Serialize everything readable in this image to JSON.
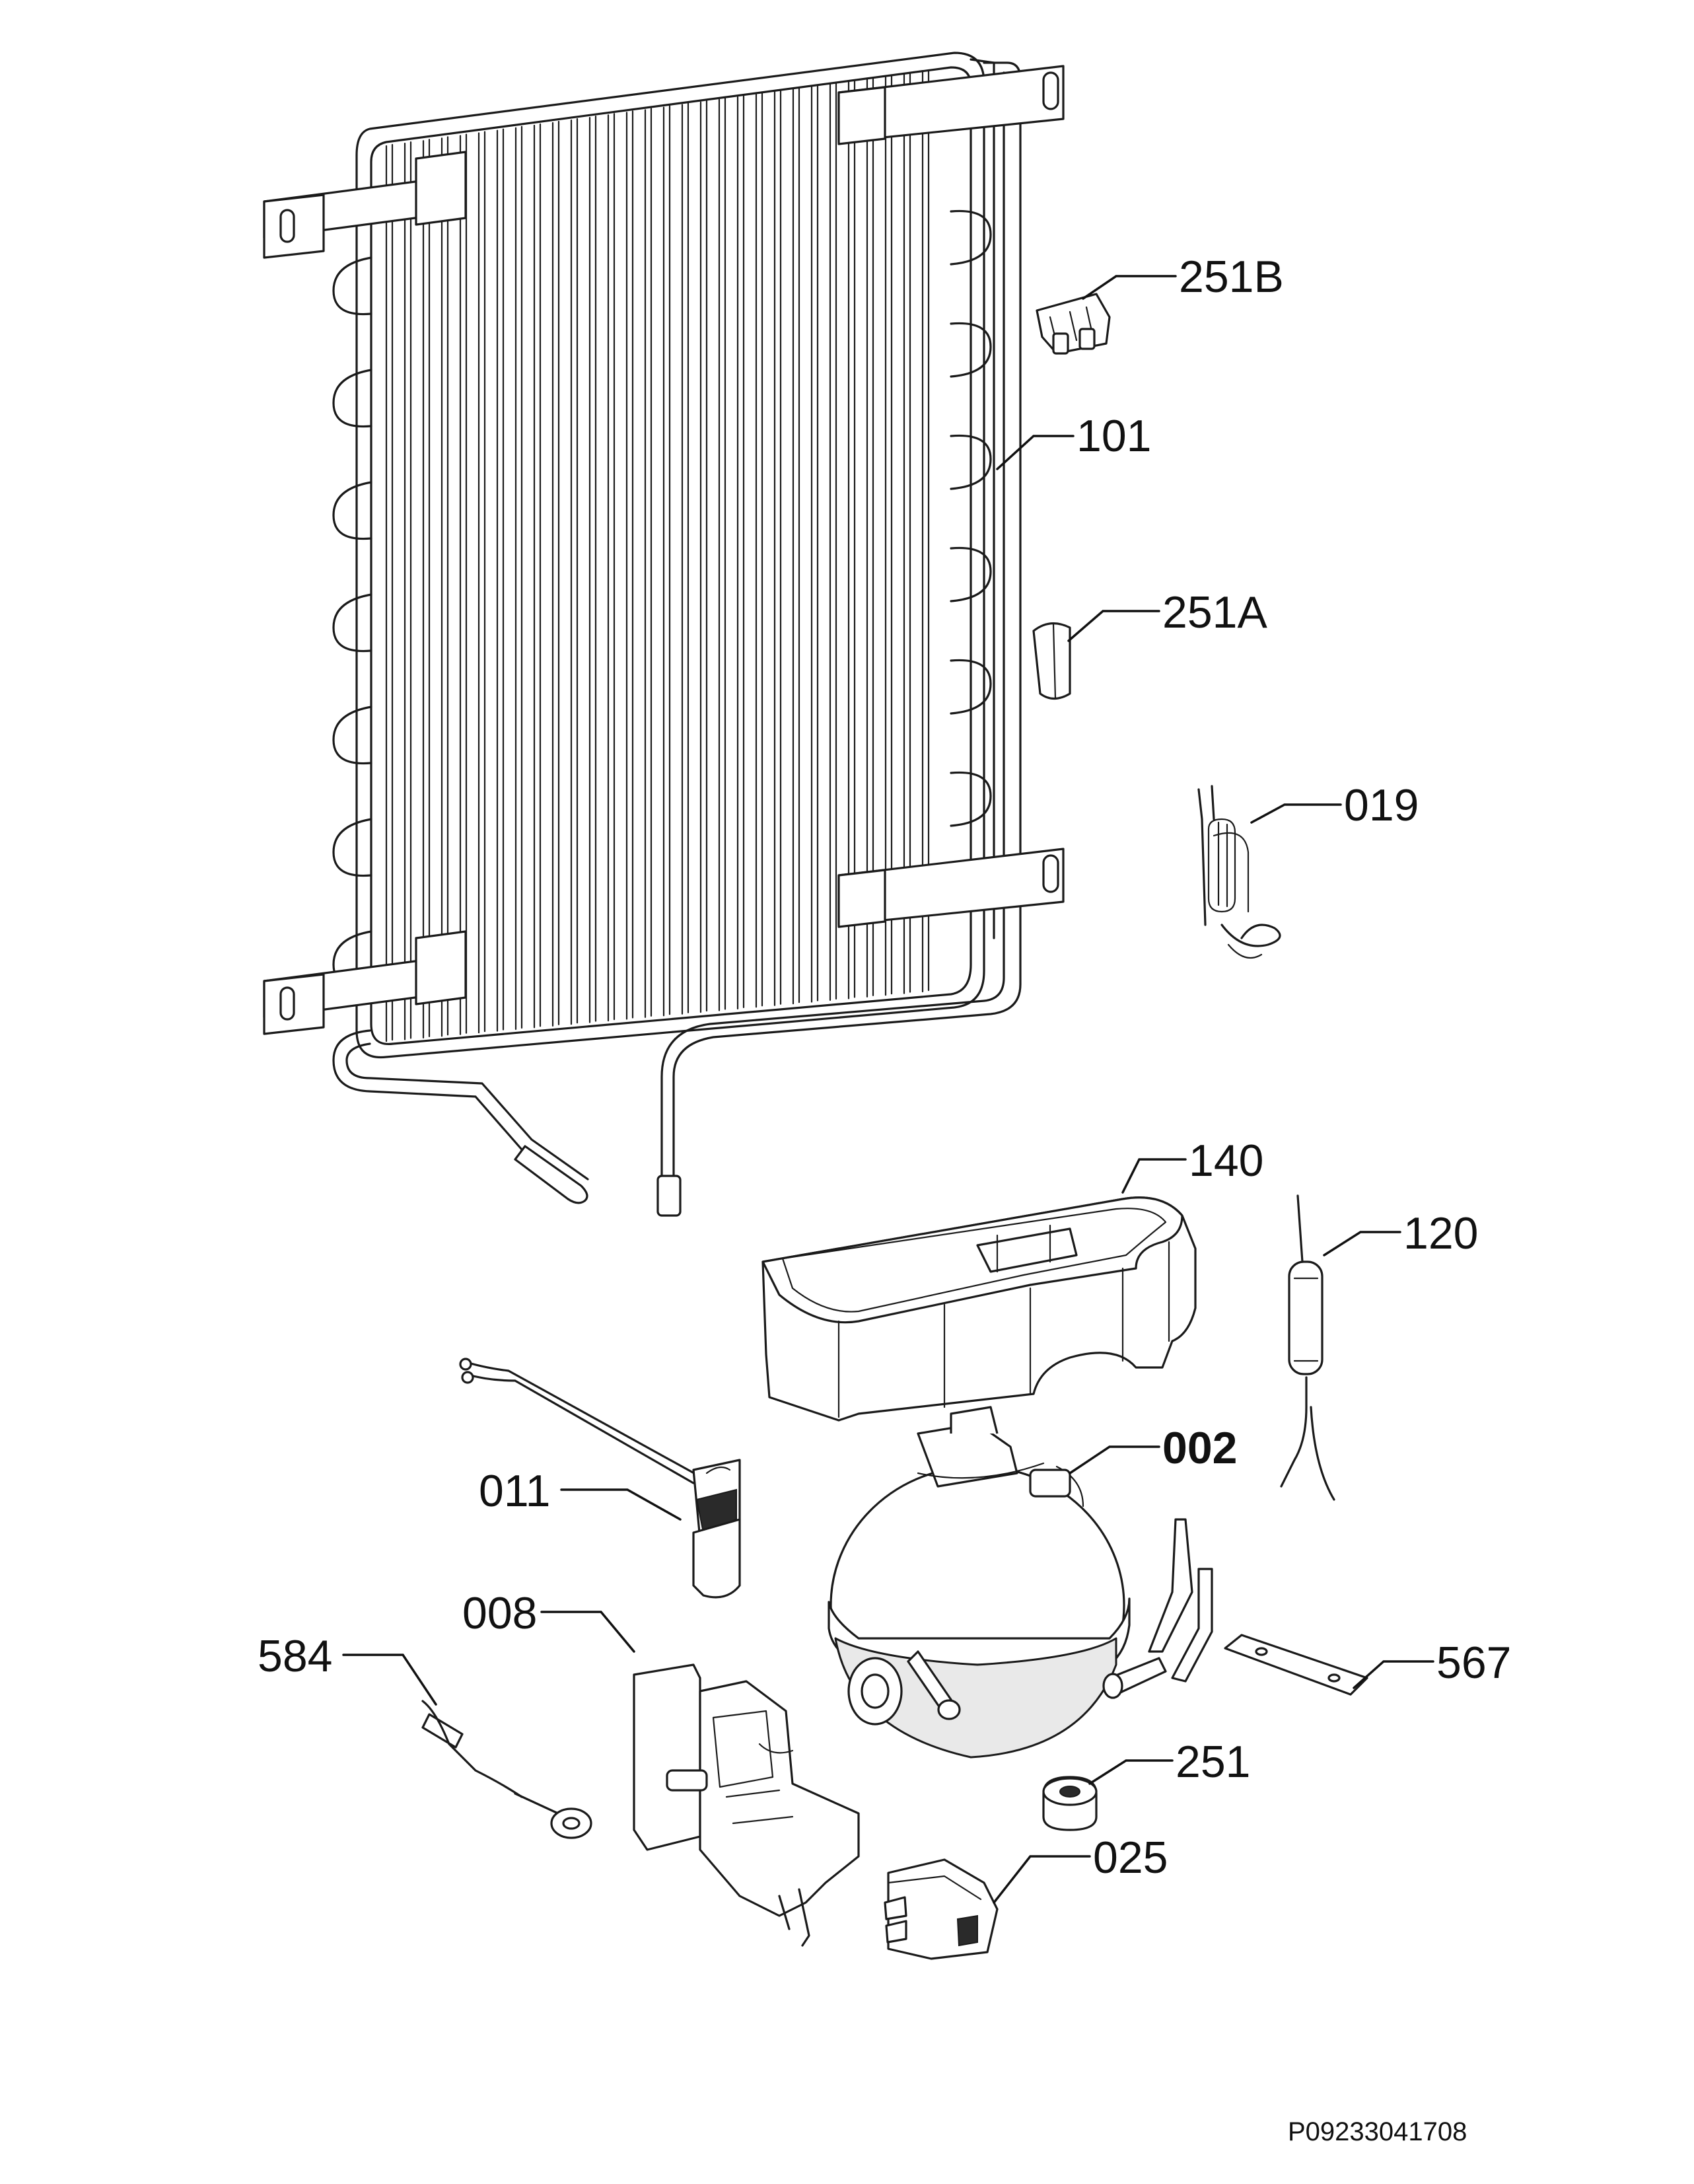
{
  "parts": [
    {
      "id": "101",
      "bold": false
    },
    {
      "id": "251B",
      "bold": false
    },
    {
      "id": "251A",
      "bold": false
    },
    {
      "id": "019",
      "bold": false
    },
    {
      "id": "140",
      "bold": false
    },
    {
      "id": "120",
      "bold": false
    },
    {
      "id": "002",
      "bold": true
    },
    {
      "id": "011",
      "bold": false
    },
    {
      "id": "008",
      "bold": false
    },
    {
      "id": "584",
      "bold": false
    },
    {
      "id": "567",
      "bold": false
    },
    {
      "id": "251",
      "bold": false
    },
    {
      "id": "025",
      "bold": false
    }
  ],
  "reference_code": "P09233041708"
}
